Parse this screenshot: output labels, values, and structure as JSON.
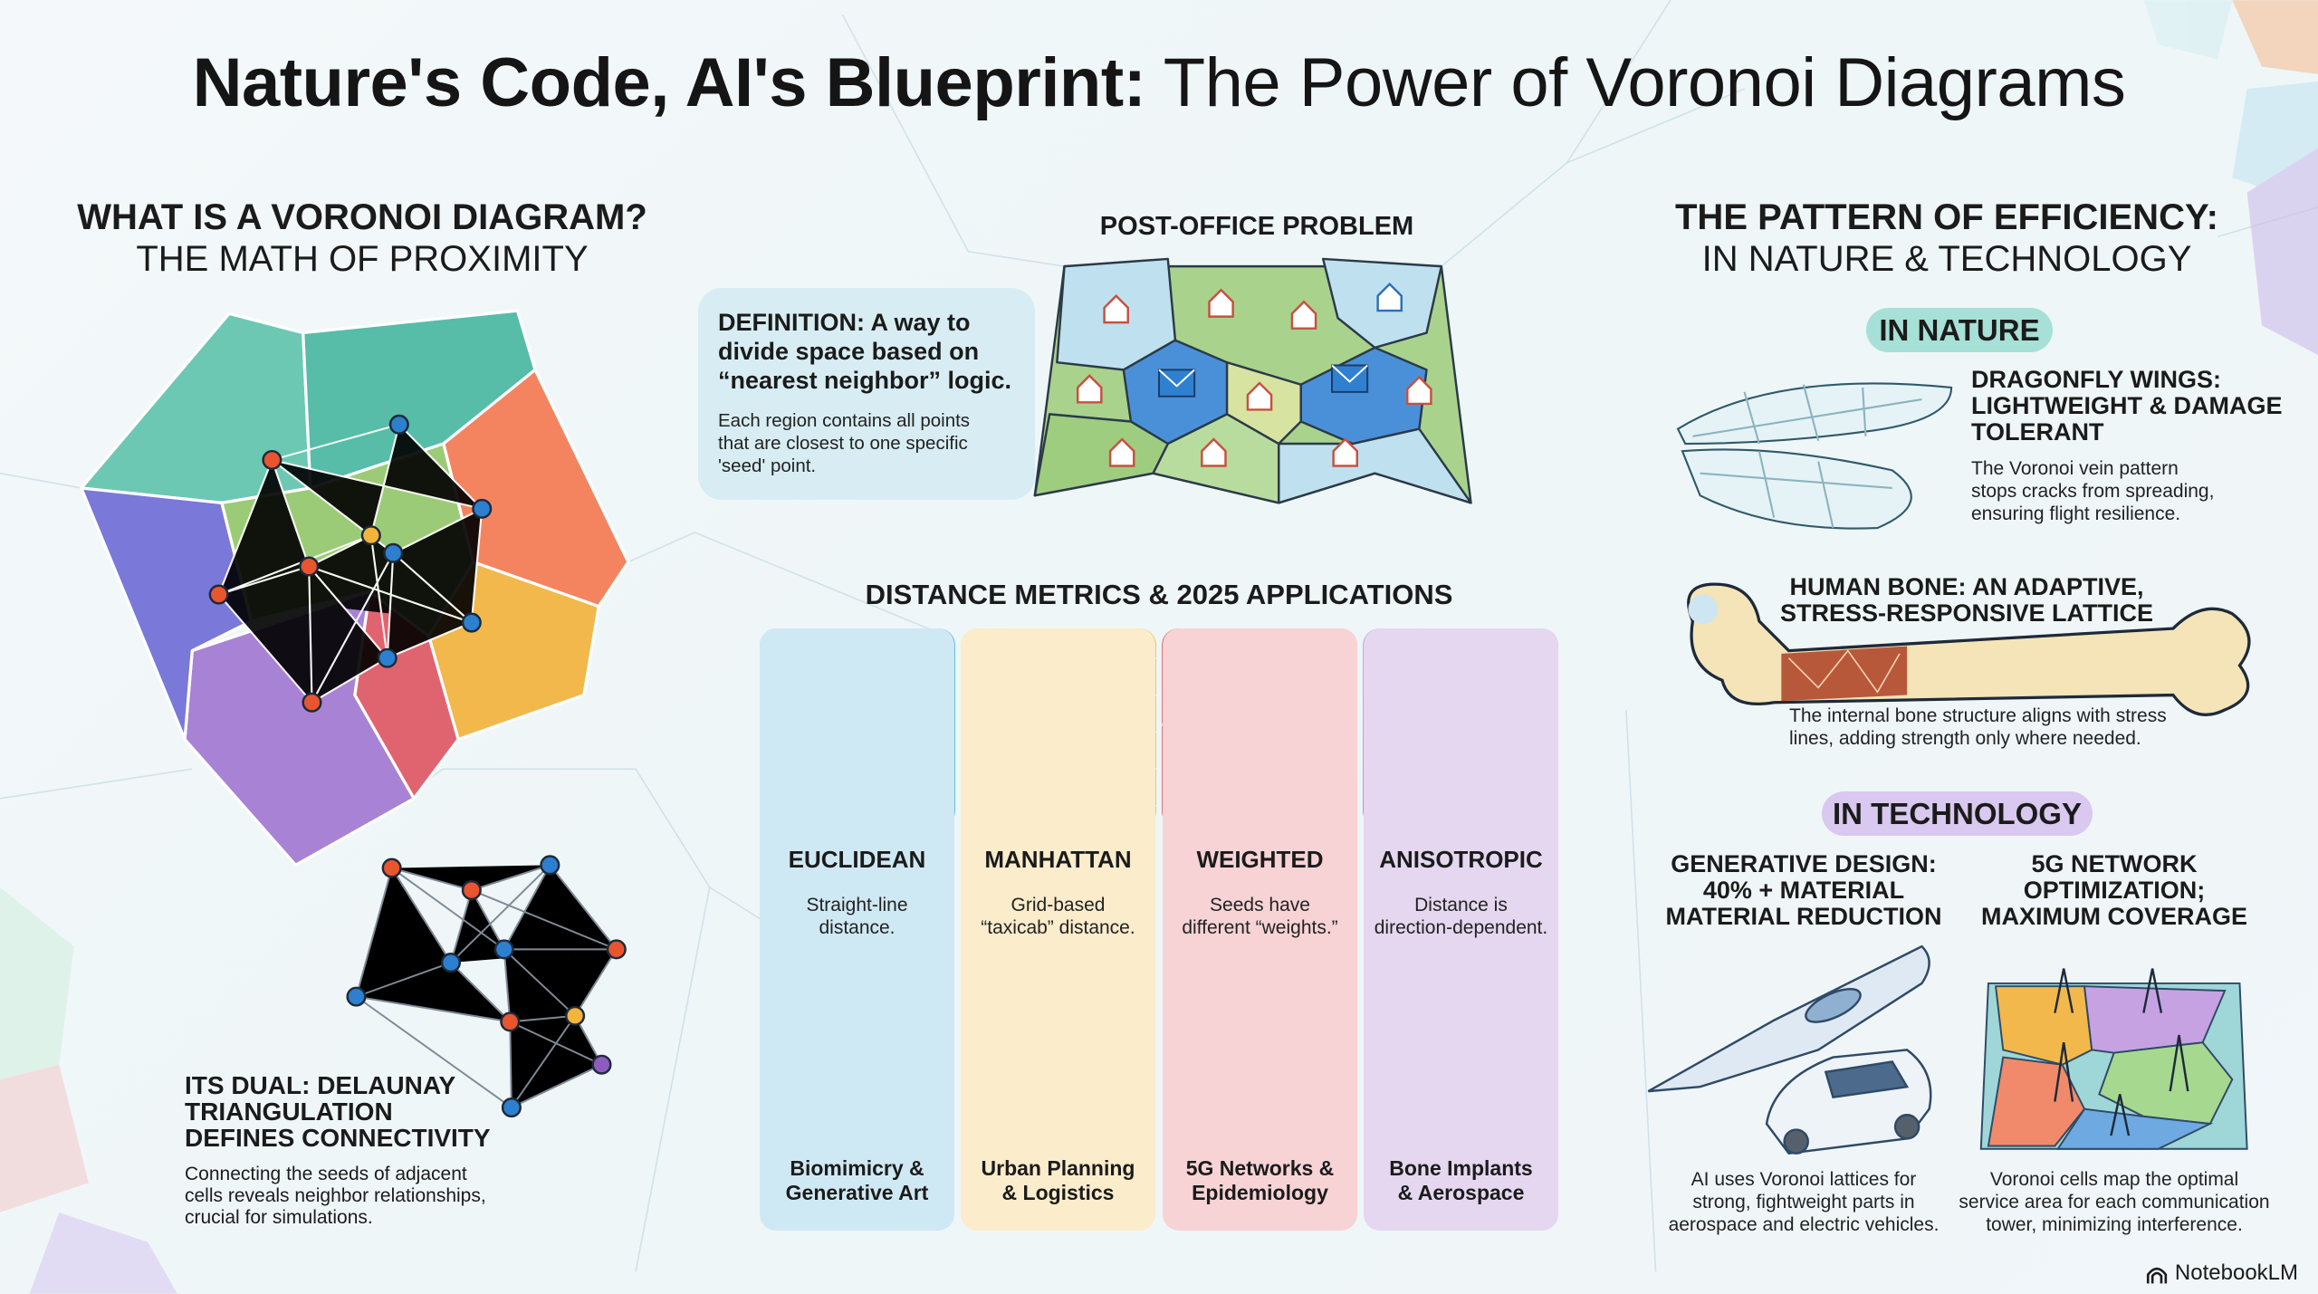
{
  "title": {
    "bold": "Nature's Code, AI's Blueprint:",
    "rest": " The Power of Voronoi Diagrams"
  },
  "left": {
    "heading": "WHAT IS A VORONOI DIAGRAM?",
    "subheading": "THE MATH OF PROXIMITY",
    "dual": {
      "title": "ITS DUAL: DELAUNAY\nTRIANGULATION\nDEFINES CONNECTIVITY",
      "body": "Connecting the seeds of adjacent\ncells reveals neighbor relationships,\ncrucial for simulations."
    }
  },
  "definition": {
    "title": "DEFINITION: A way to\ndivide space based on\n“nearest neighbor” logic.",
    "body": "Each region contains all points\nthat are closest to one specific\n'seed' point."
  },
  "post_office": {
    "title": "POST-OFFICE PROBLEM"
  },
  "metrics": {
    "title": "DISTANCE METRICS & 2025 APPLICATIONS",
    "cards": [
      {
        "name": "EUCLIDEAN",
        "description": "Straight-line\ndistance.",
        "application": "Biomimicry &\nGenerative Art",
        "color": "#29a6e0",
        "bg": "#cfe9f4"
      },
      {
        "name": "MANHATTAN",
        "description": "Grid-based\n“taxicab” distance.",
        "application": "Urban Planning\n& Logistics",
        "color": "#f0b440",
        "bg": "#fbeccb"
      },
      {
        "name": "WEIGHTED",
        "description": "Seeds have\ndifferent “weights.”",
        "application": "5G Networks &\nEpidemiology",
        "color": "#d4425b",
        "bg": "#f7d3d6"
      },
      {
        "name": "ANISOTROPIC",
        "description": "Distance is\ndirection-dependent.",
        "application": "Bone Implants\n& Aerospace",
        "color": "#8e5bbf",
        "bg": "#e4d7ef"
      }
    ]
  },
  "right": {
    "heading": "THE PATTERN OF EFFICIENCY:",
    "subheading": "IN NATURE & TECHNOLOGY",
    "nature": {
      "label": "IN NATURE",
      "items": [
        {
          "title": "DRAGONFLY WINGS:\nLIGHTWEIGHT & DAMAGE\nTOLERANT",
          "body": "The Voronoi vein pattern\nstops cracks from spreading,\nensuring flight resilience."
        },
        {
          "title": "HUMAN BONE: AN ADAPTIVE,\nSTRESS-RESPONSIVE LATTICE",
          "body": "The internal bone structure aligns with stress\nlines, adding strength only where needed."
        }
      ]
    },
    "technology": {
      "label": "IN TECHNOLOGY",
      "items": [
        {
          "title": "GENERATIVE DESIGN:\n40% + MATERIAL\nMATERIAL REDUCTION",
          "body": "AI uses Voronoi lattices for\nstrong, fightweight parts in\naerospace and electric vehicles."
        },
        {
          "title": "5G NETWORK\nOPTIMIZATION;\nMAXIMUM COVERAGE",
          "body": "Voronoi cells map the optimal\nservice area for each communication\ntower, minimizing interference."
        }
      ]
    }
  },
  "brand": "NotebookLM",
  "colors": {
    "nature_pill": "#a6e0d6",
    "technology_pill": "#d9c8ef",
    "definition_bg": "#d7edf3"
  }
}
